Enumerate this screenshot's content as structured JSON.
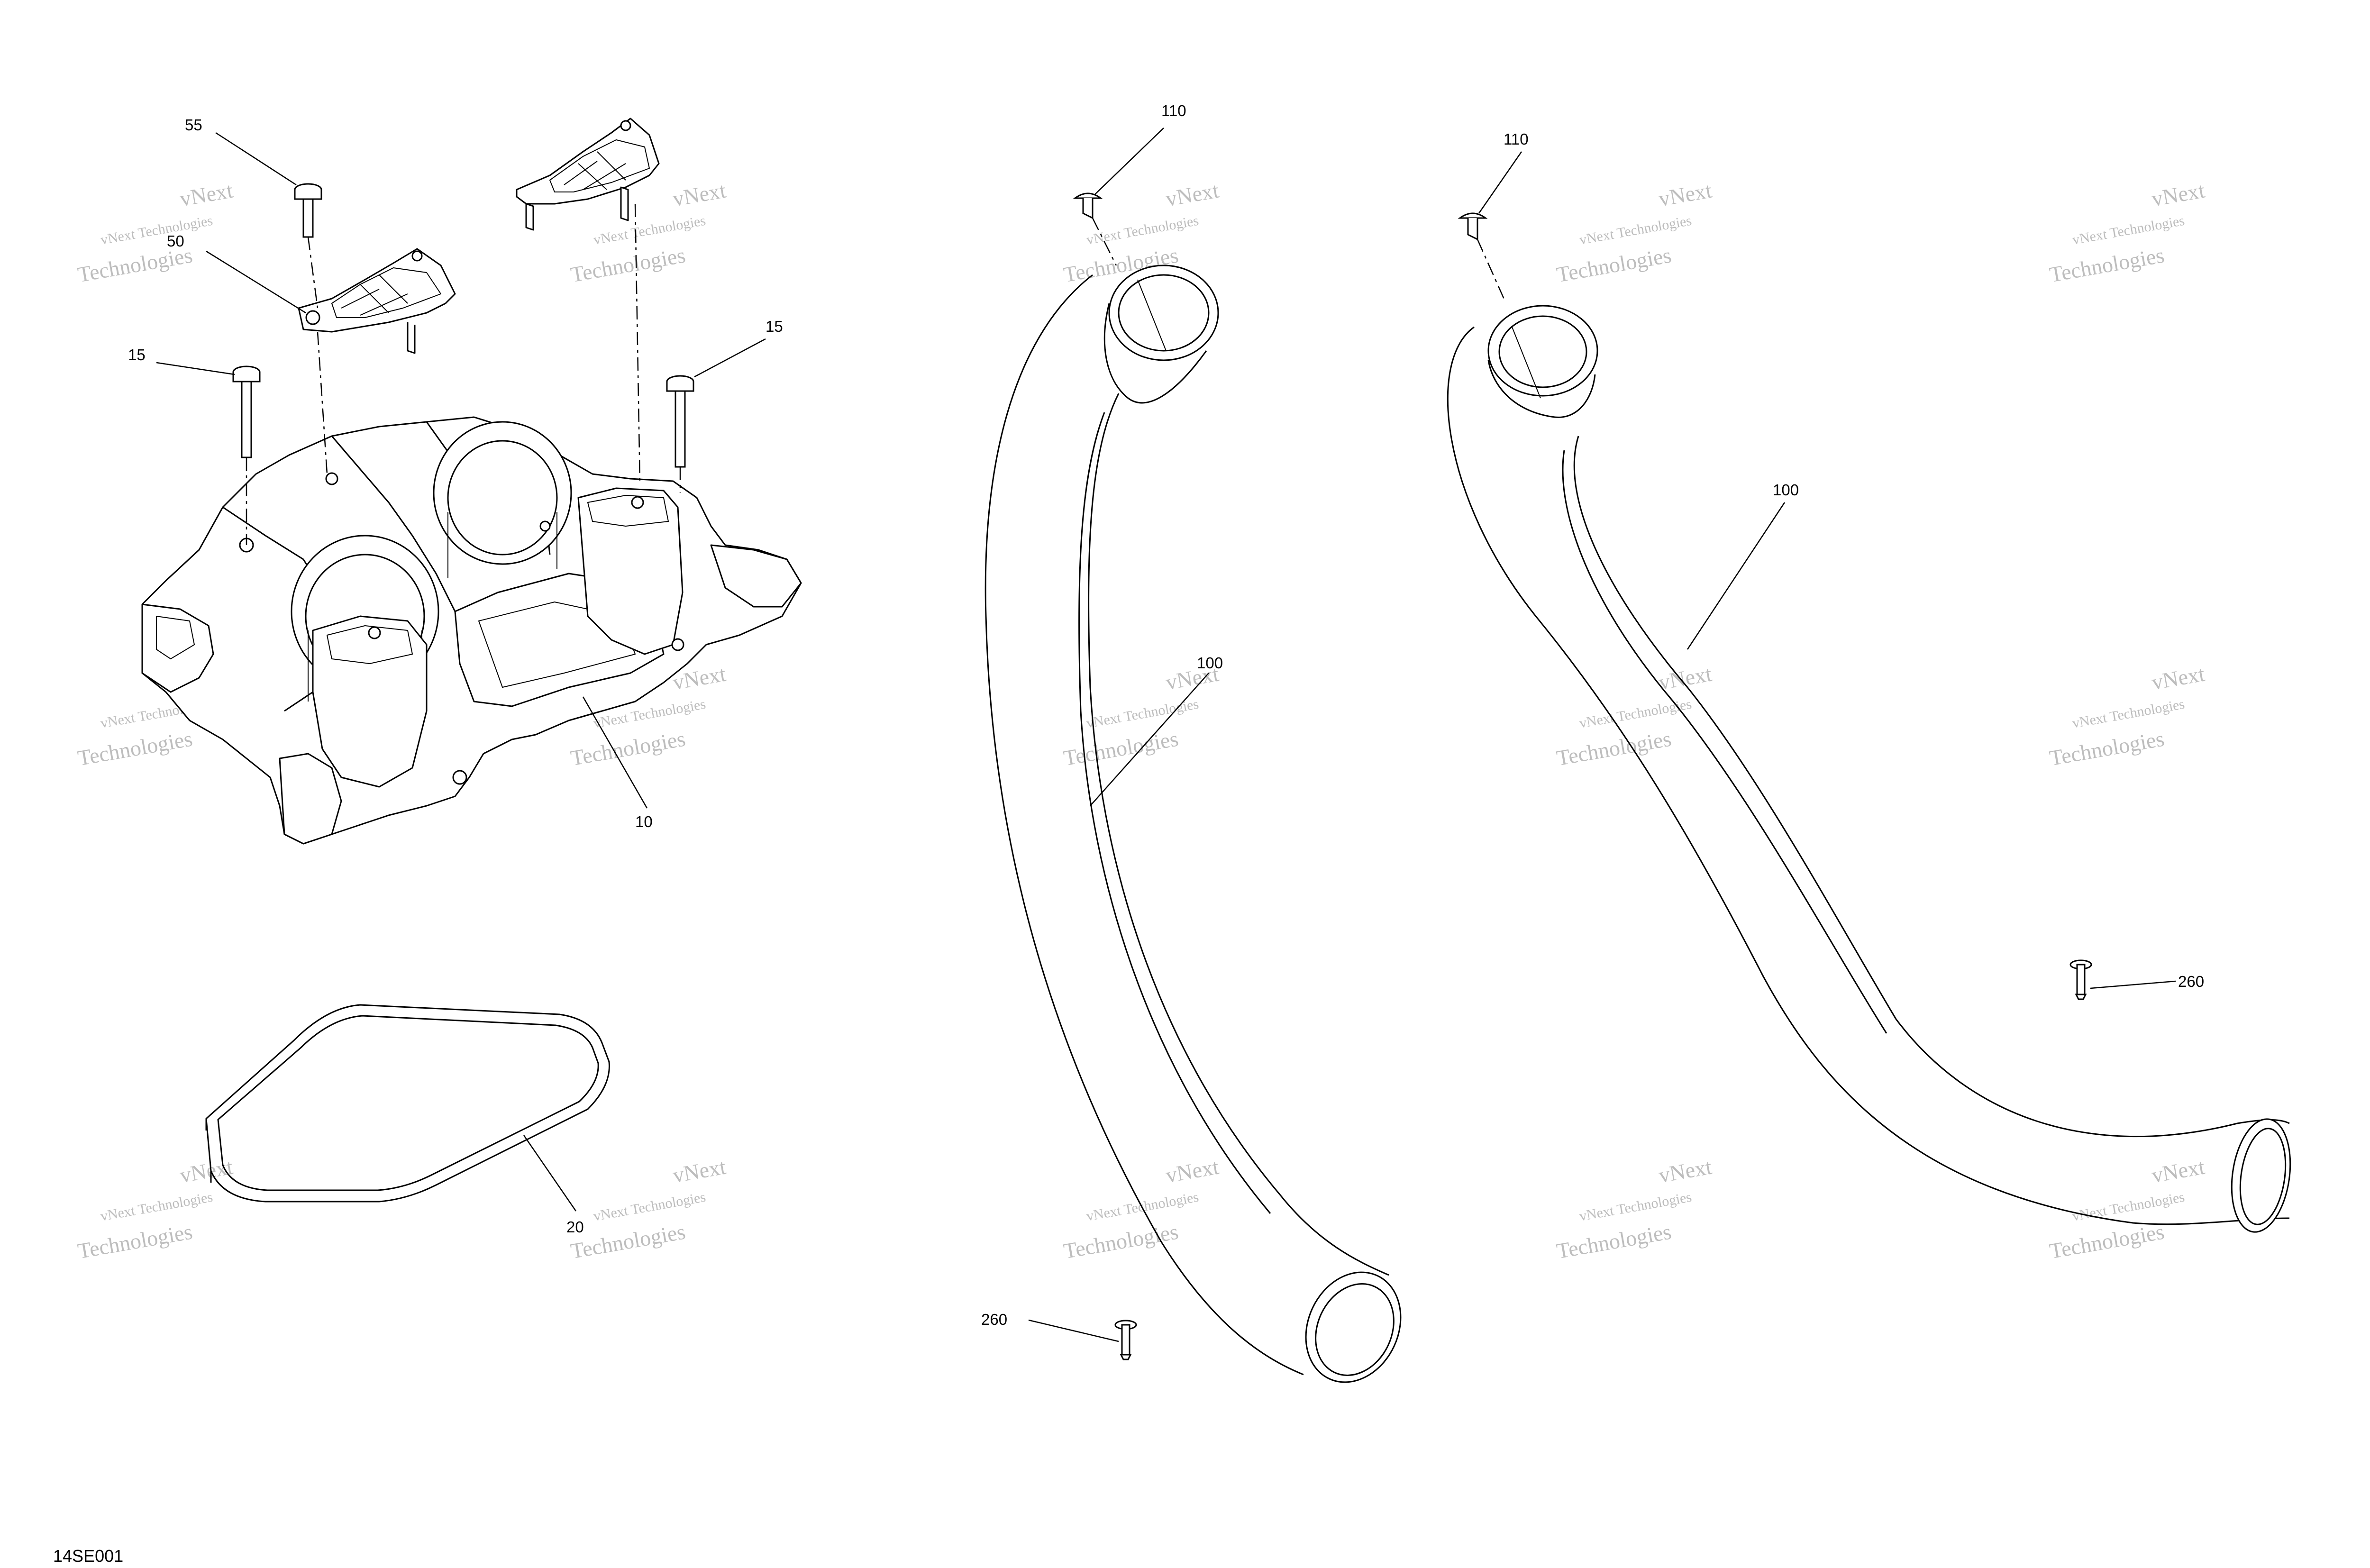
{
  "diagram_code": "14SE001",
  "callouts": {
    "c55": "55",
    "c50": "50",
    "c15_left": "15",
    "c15_right": "15",
    "c10": "10",
    "c20": "20",
    "c110_left": "110",
    "c110_right": "110",
    "c100_left": "100",
    "c100_right": "100",
    "c260_left": "260",
    "c260_right": "260"
  },
  "watermark": {
    "line1": "vNext Technologies",
    "line2": "vNext",
    "line3": "Technologies"
  }
}
